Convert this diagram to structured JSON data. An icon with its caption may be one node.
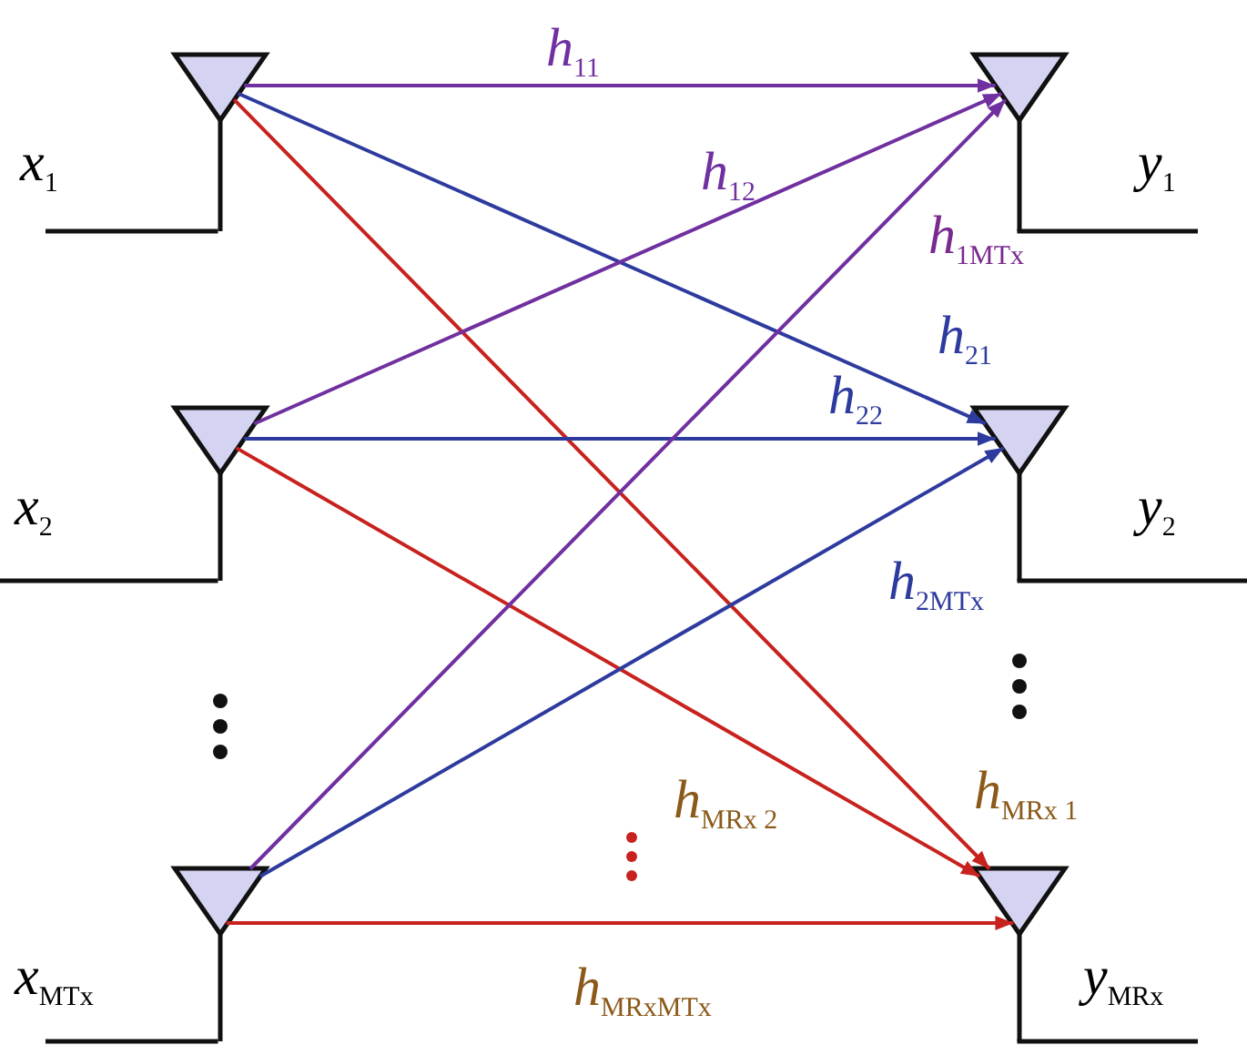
{
  "diagram": {
    "nodes": [
      {
        "text": [],
        "shape": "antenna",
        "beside": [
          "x$_{1}$"
        ]
      },
      {
        "text": [],
        "shape": "antenna",
        "beside": [
          "x$_{2}$"
        ]
      },
      {
        "text": [],
        "shape": "antenna",
        "beside": [
          "x$_{M}$$_{Tx}$"
        ]
      },
      {
        "text": [],
        "shape": "antenna",
        "beside": [
          "y$_{1}$"
        ]
      },
      {
        "text": [],
        "shape": "antenna",
        "beside": [
          "y$_{2}$"
        ]
      },
      {
        "text": [],
        "shape": "antenna",
        "beside": [
          "y$_{M}$$_{Rx}$"
        ]
      }
    ],
    "edges": [
      {
        "from": 0,
        "to": 3,
        "arrow": "to",
        "label": "h$_{11}$",
        "color": "#7030a0"
      },
      {
        "from": 0,
        "to": 4,
        "arrow": "to",
        "label": "h$_{21}$",
        "color": "#2e3b9e"
      },
      {
        "from": 0,
        "to": 5,
        "arrow": "to",
        "label": "h$_{M}$$_{Rx}$$_{ 1}$",
        "color": "#c8221e"
      },
      {
        "from": 1,
        "to": 3,
        "arrow": "to",
        "label": "h$_{12}$",
        "color": "#7030a0"
      },
      {
        "from": 1,
        "to": 4,
        "arrow": "to",
        "label": "h$_{22}$",
        "color": "#2e3b9e"
      },
      {
        "from": 1,
        "to": 5,
        "arrow": "to",
        "label": "h$_{M}$$_{Rx}$$_{ 2}$",
        "color": "#c8221e"
      },
      {
        "from": 2,
        "to": 3,
        "arrow": "to",
        "label": "h$_{1M}$$_{Tx}$",
        "color": "#7030a0"
      },
      {
        "from": 2,
        "to": 4,
        "arrow": "to",
        "label": "h$_{2M}$$_{Tx}$",
        "color": "#2e3b9e"
      },
      {
        "from": 2,
        "to": 5,
        "arrow": "to",
        "label": "h$_{M}$$_{Rx}$$_{M}$$_{Tx}$",
        "color": "#c8221e"
      }
    ]
  }
}
